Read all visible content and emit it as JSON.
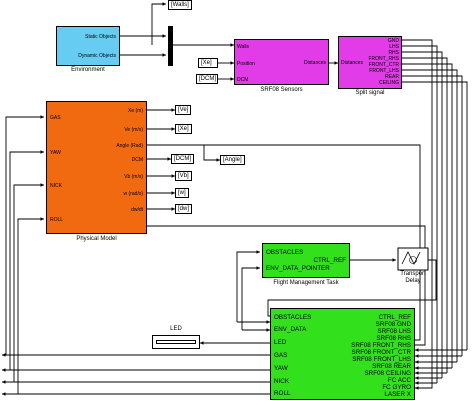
{
  "blocks": {
    "environment": {
      "label": "Environment",
      "ports_out": [
        "Static Objects",
        "Dynamic Objects"
      ],
      "color": "#66ccf2"
    },
    "srf08": {
      "label": "SRF08 Sensors",
      "ports_in": [
        "Walls",
        "Position",
        "DCM"
      ],
      "ports_out": [
        "Distances"
      ],
      "color": "#e23be8"
    },
    "split": {
      "label": "Split signal",
      "ports_in": [
        "Distances"
      ],
      "ports_out": [
        "GND",
        "LHS",
        "RHS",
        "FRONT_RHS",
        "FRONT_CTR",
        "FRONT_LHS",
        "REAR",
        "CEILING"
      ],
      "color": "#e23be8"
    },
    "physical": {
      "label": "Physical Model",
      "ports_in": [
        "GAS",
        "YAW",
        "NICK",
        "ROLL"
      ],
      "ports_out": [
        "Xe (m)",
        "Ve (m/s)",
        "Angle (Rad)",
        "DCM",
        "Vb (m/s)",
        "w (rad/s)",
        "dw/dt"
      ],
      "color": "#f26a10"
    },
    "fmt": {
      "label": "Flight Management Task",
      "ports_in": [
        "OBSTACLES",
        "ENV_DATA_POINTER"
      ],
      "ports_out": [
        "CTRL_REF"
      ],
      "color": "#33e01c"
    },
    "controller": {
      "ports_left": [
        "OBSTACLES",
        "ENV_DATA",
        "LED",
        "GAS",
        "YAW",
        "NICK",
        "ROLL"
      ],
      "ports_right": [
        "CTRL_REF",
        "SRF08 GND",
        "SRF08 LHS",
        "SRF08 RHS",
        "SRF08 FRONT_RHS",
        "SRF08 FRONT_CTR",
        "SRF08 FRONT_LHS",
        "SRF08 REAR",
        "SRF08 CEILING",
        "FC ACC",
        "FC GYRO",
        "LASER X"
      ],
      "color": "#33e01c"
    },
    "transport": {
      "label_1": "Transport",
      "label_2": "Delay"
    },
    "led": {
      "label": "LED"
    }
  },
  "tags": {
    "walls": "[Walls]",
    "xe_in": "[Xe]",
    "dcm_in": "[DCM]",
    "ve": "[Ve]",
    "xe_out": "[Xe]",
    "angle": "[Angle]",
    "dcm_out": "[DCM]",
    "vb": "[Vb]",
    "w": "[w]",
    "dw": "[dw]"
  }
}
